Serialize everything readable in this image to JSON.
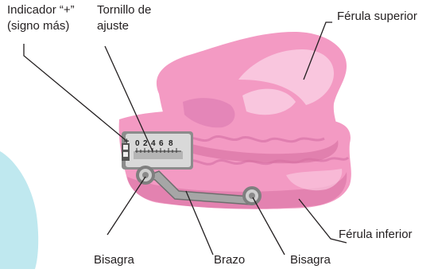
{
  "labels": {
    "plus_indicator": "Indicador “+”",
    "plus_indicator_note": "(signo más)",
    "adjust_screw_line1": "Tornillo de",
    "adjust_screw_line2": "ajuste",
    "upper_splint": "Férula superior",
    "lower_splint": "Férula inferior",
    "hinge_left": "Bisagra",
    "arm": "Brazo",
    "hinge_right": "Bisagra"
  },
  "scale": {
    "sign": "+",
    "ticks": [
      "0",
      "2",
      "4",
      "6",
      "8"
    ]
  },
  "colors": {
    "splint_pink": "#f39ac3",
    "splint_light": "#f9c6de",
    "splint_dark": "#d66fa0",
    "metal": "#9a9a9a",
    "backdrop": "#bfe8ef",
    "leader": "#231f20"
  }
}
